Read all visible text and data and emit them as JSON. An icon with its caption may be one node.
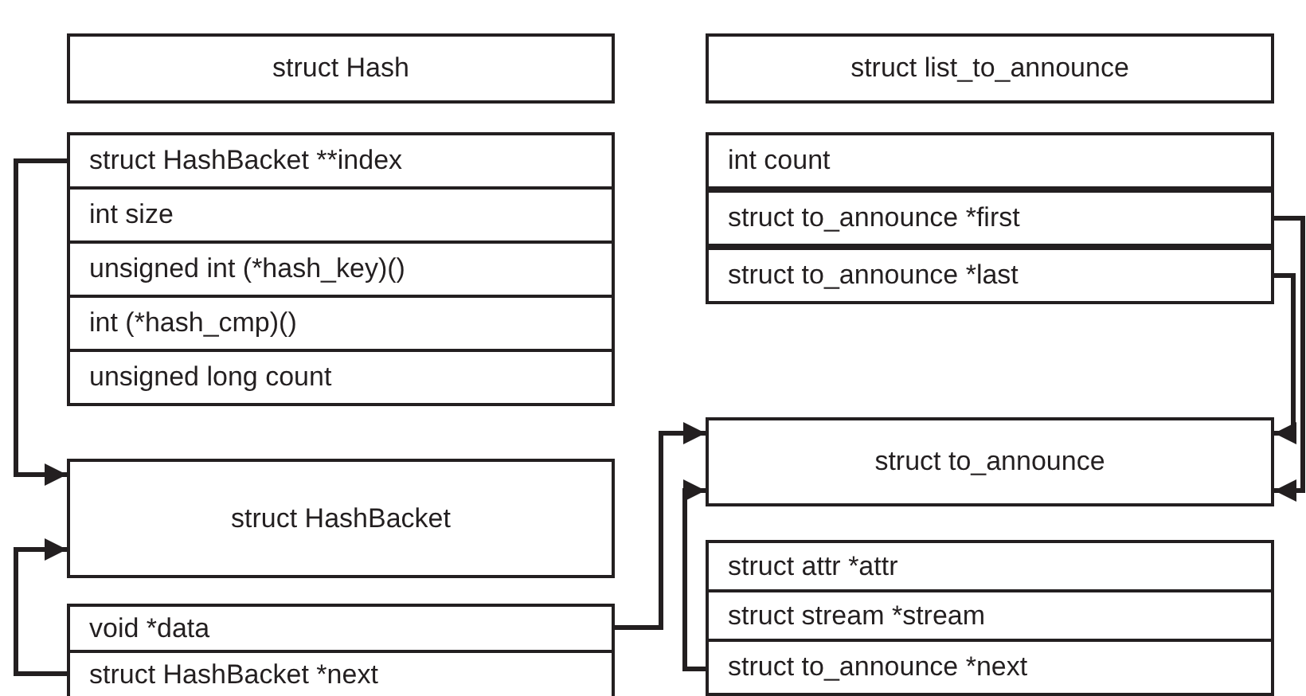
{
  "diagram": {
    "nodes": [
      {
        "text": [
          "struct Hash"
        ]
      },
      {
        "text": [
          "struct HashBacket **index"
        ]
      },
      {
        "text": [
          "int size"
        ]
      },
      {
        "text": [
          "unsigned int (*hash_key)()"
        ]
      },
      {
        "text": [
          "int (*hash_cmp)()"
        ]
      },
      {
        "text": [
          "unsigned long count"
        ]
      },
      {
        "text": [
          "struct list_to_announce"
        ]
      },
      {
        "text": [
          "int count"
        ]
      },
      {
        "text": [
          "struct to_announce *first"
        ]
      },
      {
        "text": [
          "struct to_announce *last"
        ]
      },
      {
        "text": [
          "struct HashBacket"
        ]
      },
      {
        "text": [
          "void *data"
        ]
      },
      {
        "text": [
          "struct HashBacket *next"
        ]
      },
      {
        "text": [
          "struct to_announce"
        ]
      },
      {
        "text": [
          "struct attr *attr"
        ]
      },
      {
        "text": [
          "struct stream *stream"
        ]
      },
      {
        "text": [
          "struct to_announce *next"
        ]
      }
    ],
    "edges": [
      {
        "from": 1,
        "to": 10,
        "arrow": "to"
      },
      {
        "from": 12,
        "to": 10,
        "arrow": "to"
      },
      {
        "from": 11,
        "to": 13,
        "arrow": "to"
      },
      {
        "from": 16,
        "to": 13,
        "arrow": "to"
      },
      {
        "from": 9,
        "to": 13,
        "arrow": "to"
      },
      {
        "from": 8,
        "to": 13,
        "arrow": "to"
      }
    ]
  }
}
